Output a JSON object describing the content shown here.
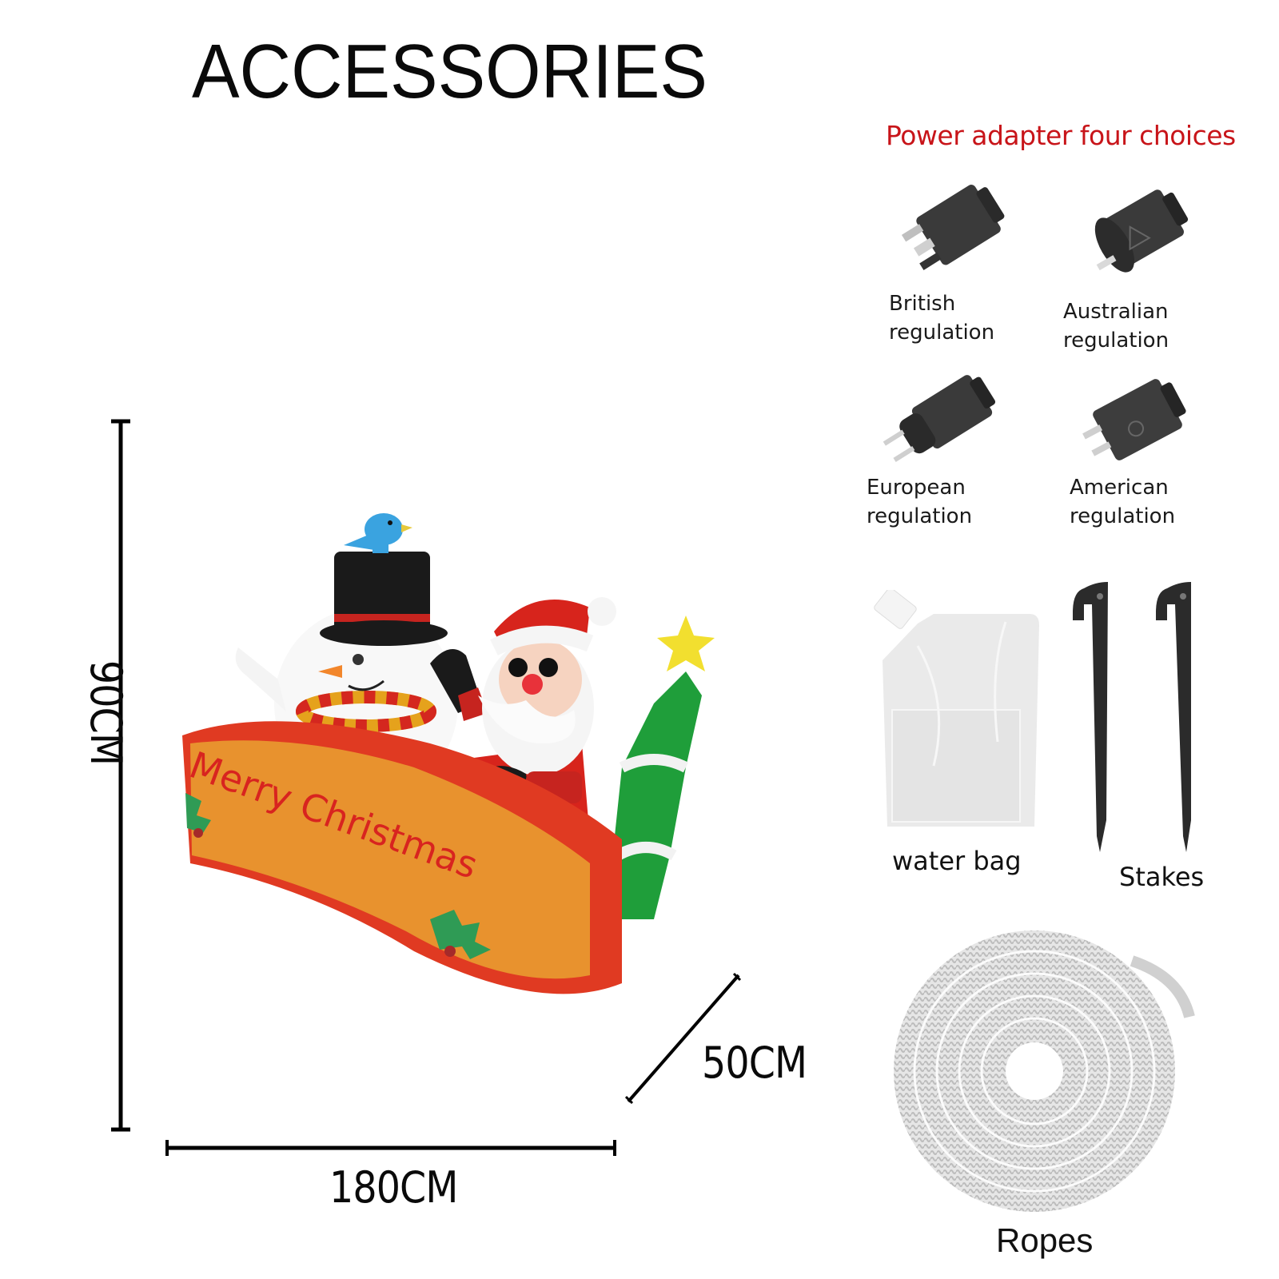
{
  "header": {
    "title": "ACCESSORIES"
  },
  "product": {
    "name": "inflatable-snowman-santa-merry-christmas-banner",
    "banner_text": "Merry Christmas",
    "dimensions": {
      "height": "90CM",
      "width": "180CM",
      "depth": "50CM"
    }
  },
  "power_adapters": {
    "heading": "Power adapter four choices",
    "heading_color": "#c81419",
    "items": [
      {
        "line1": "British",
        "line2": "regulation",
        "icon": "uk-plug-adapter-icon"
      },
      {
        "line1": "Australian",
        "line2": "regulation",
        "icon": "au-plug-adapter-icon"
      },
      {
        "line1": "European",
        "line2": "regulation",
        "icon": "eu-plug-adapter-icon"
      },
      {
        "line1": "American",
        "line2": "regulation",
        "icon": "us-plug-adapter-icon"
      }
    ]
  },
  "accessories": {
    "water_bag": {
      "label": "water bag",
      "icon": "water-bag-icon"
    },
    "stakes": {
      "label": "Stakes",
      "icon": "ground-stake-icon"
    },
    "ropes": {
      "label": "Ropes",
      "icon": "rope-coil-icon"
    }
  }
}
